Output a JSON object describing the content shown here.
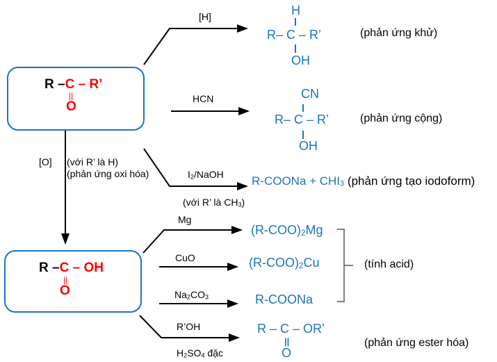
{
  "title": "Sơ đồ tính chất hóa học của hợp chất carbonyl và carboxylic acid",
  "colors": {
    "box_border": "#1a73c0",
    "product_text": "#1a73c0",
    "functional_group": "#ff0000",
    "arrows": "#000000"
  },
  "carbonyl": {
    "r": "R –",
    "c": "C",
    "dash": " – ",
    "r2": "R’",
    "double_bond": "||",
    "o": "O"
  },
  "acid": {
    "r": "R –",
    "c": "C",
    "dash": " – ",
    "oh": "OH",
    "double_bond": "||",
    "o": "O"
  },
  "reactions": {
    "reduction": {
      "reagent": "[H]",
      "product": {
        "top": "H",
        "row": "R– C – R’",
        "bottom": "OH"
      },
      "name": "(phản ứng khử)"
    },
    "addition": {
      "reagent": "HCN",
      "product": {
        "top": "CN",
        "row": "R– C – R’",
        "bottom": "OH"
      },
      "name": "(phản ứng cộng)"
    },
    "iodoform": {
      "reagent_main": "I",
      "reagent_sub": "2",
      "reagent_rest": "/NaOH",
      "condition_pre": "(với R’ là CH",
      "condition_sub": "3",
      "condition_post": ")",
      "product_pre": "R-COONa + CHI",
      "product_sub": "3",
      "name": " (phản ứng tạo iodoform)"
    },
    "oxidation": {
      "reagent": "[O]",
      "condition": "(với R’ là H)",
      "name": "(phản ứng oxi hóa)"
    },
    "acid_mg": {
      "reagent": "Mg",
      "product_pre": "(R-COO)",
      "product_sub": "2",
      "product_post": "Mg"
    },
    "acid_cuo": {
      "reagent": "CuO",
      "product_pre": "(R-COO)",
      "product_sub": "2",
      "product_post": "Cu"
    },
    "acid_na2co3": {
      "reagent_pre": "Na",
      "reagent_sub1": "2",
      "reagent_mid": "CO",
      "reagent_sub2": "3",
      "product": "R-COONa"
    },
    "acid_group_name": "(tính acid)",
    "esterification": {
      "reagent": "R’OH",
      "catalyst_pre": "H",
      "catalyst_sub1": "2",
      "catalyst_mid": "SO",
      "catalyst_sub2": "4",
      "catalyst_post": " đặc",
      "product": {
        "row": "R – C – OR’",
        "double_bond": "||",
        "bottom": "O"
      },
      "name": "(phản ứng ester hóa)"
    }
  }
}
